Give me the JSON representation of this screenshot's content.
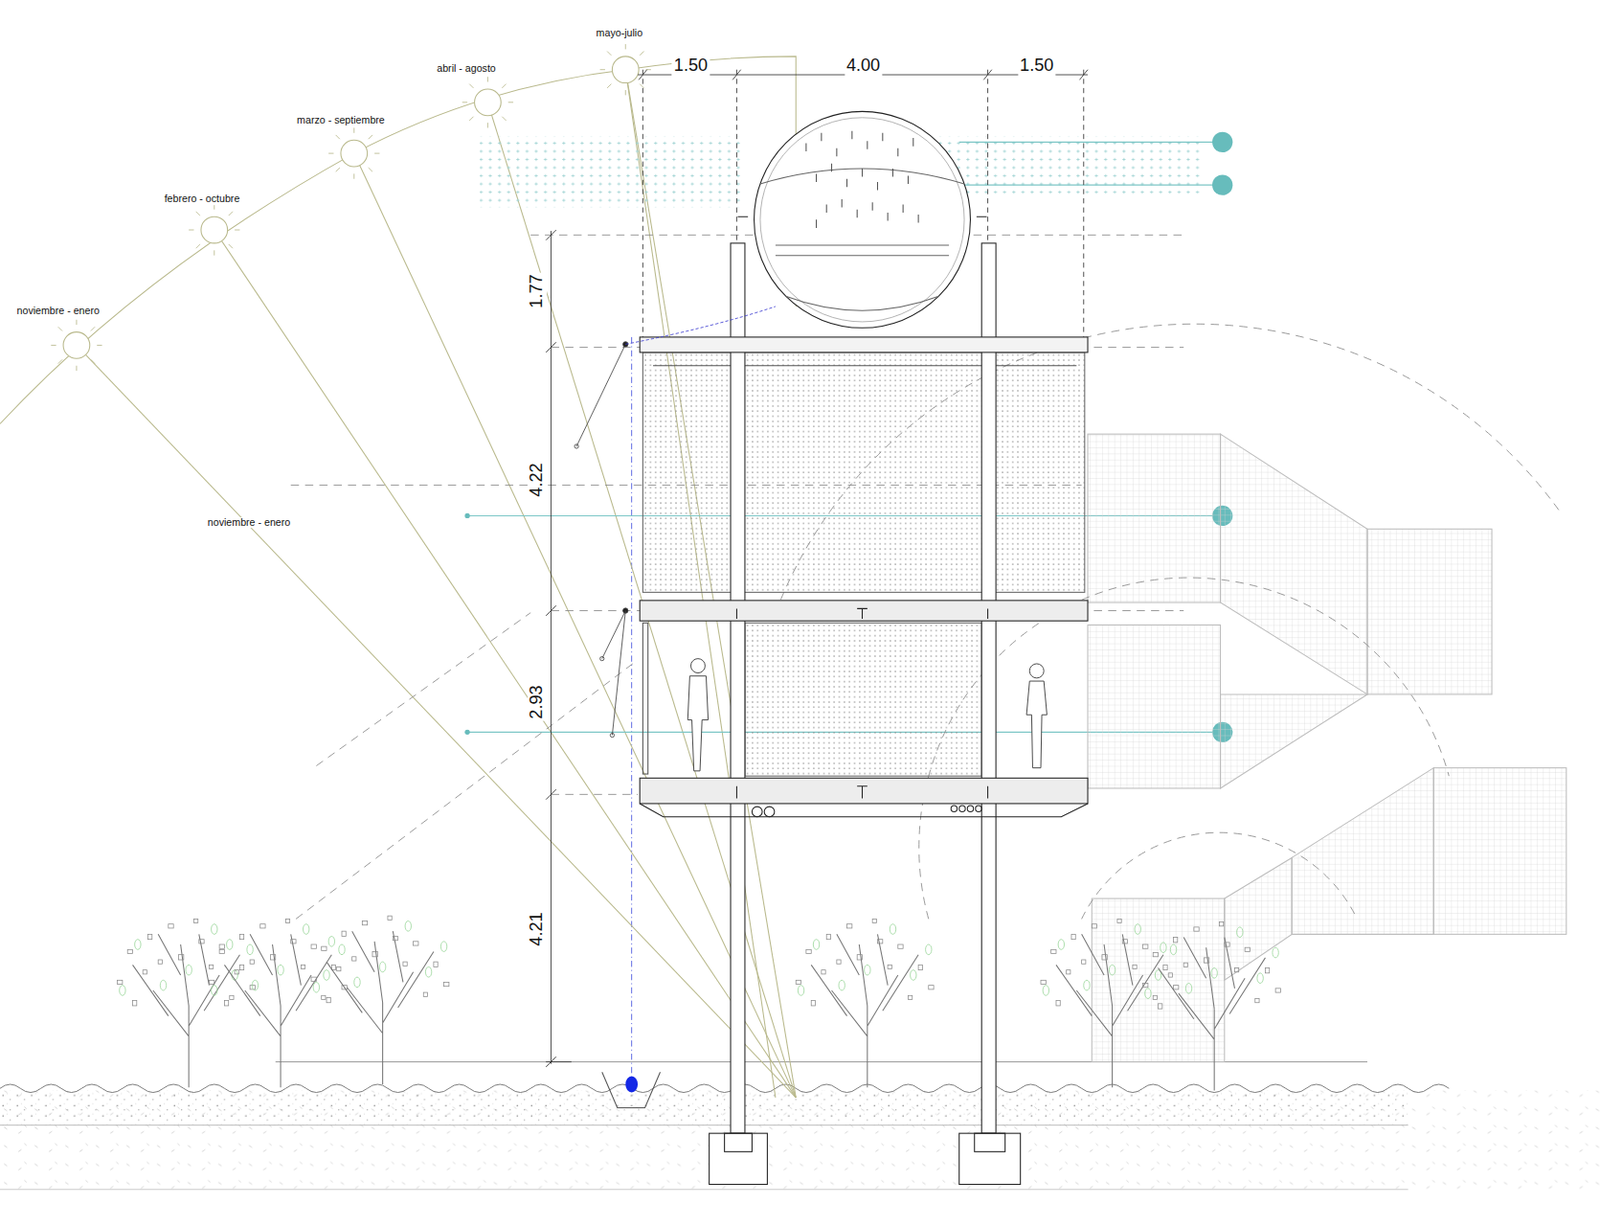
{
  "diagram": {
    "labels": [
      "mayo-julio",
      "abril - agosto",
      "marzo - septiembre",
      "febrero - octubre",
      "noviembre - enero",
      "noviembre - enero",
      "1.50",
      "4.00",
      "1.50",
      "1.77",
      "4.22",
      "2.93",
      "4.21"
    ]
  }
}
